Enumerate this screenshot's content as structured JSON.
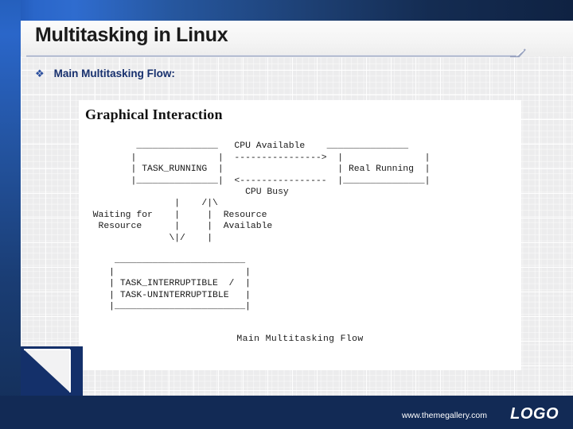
{
  "slide": {
    "title": "Multitasking in Linux",
    "bullet_marker": "❖",
    "bullet_text": "Main Multitasking Flow:"
  },
  "panel": {
    "heading": "Graphical Interaction",
    "caption": "Main Multitasking Flow",
    "ascii_diagram": "          _______________   CPU Available    _______________\n         |               |  ---------------->  |               |\n         | TASK_RUNNING  |                     | Real Running  |\n         |_______________|  <----------------  |_______________|\n                              CPU Busy\n                 |    /|\\\n  Waiting for    |     |  Resource\n   Resource      |     |  Available\n                \\|/    |\n\n      ________________________\n     |                        |\n     | TASK_INTERRUPTIBLE  /  |\n     | TASK-UNINTERRUPTIBLE   |\n     |________________________|",
    "diagram_nodes": [
      "TASK_RUNNING",
      "Real Running",
      "TASK_INTERRUPTIBLE / TASK-UNINTERRUPTIBLE"
    ],
    "diagram_edges": [
      "CPU Available",
      "CPU Busy",
      "Waiting for Resource",
      "Resource Available"
    ]
  },
  "footer": {
    "url": "www.themegallery.com",
    "logo": "LOGO"
  },
  "colors": {
    "band_blue": "#122a55",
    "accent_blue": "#2a66c9",
    "bullet_blue": "#17306e",
    "panel_white": "#ffffff"
  }
}
